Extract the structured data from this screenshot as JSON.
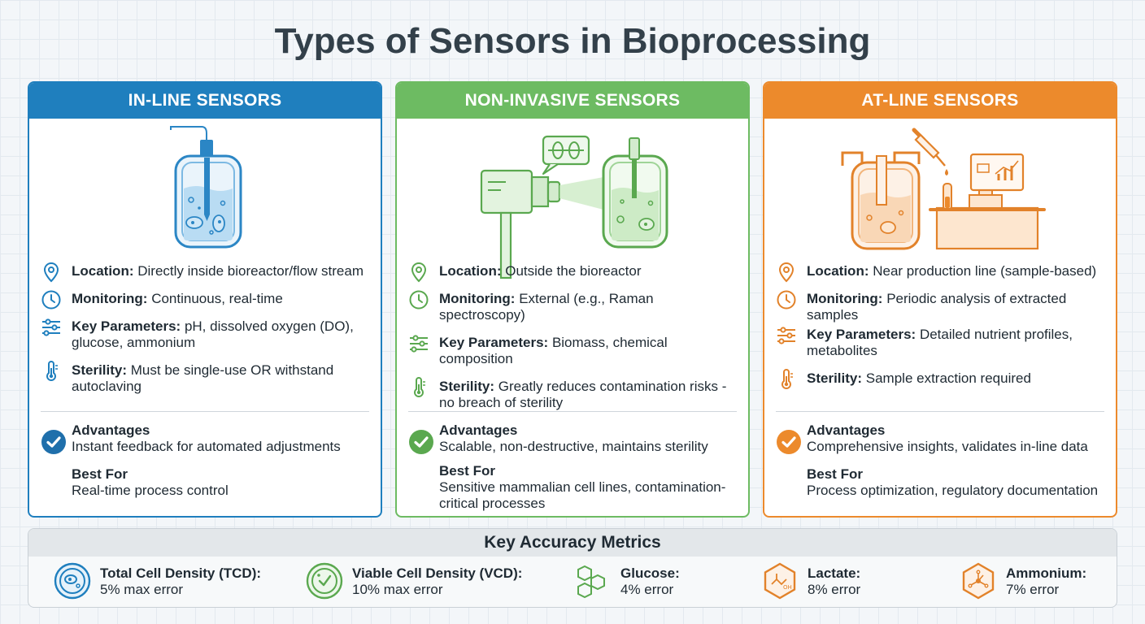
{
  "title": "Types of Sensors in Bioprocessing",
  "colors": {
    "inline": "#1f7fbe",
    "noninvasive": "#6dbb62",
    "atline": "#ec8a2c"
  },
  "cards": [
    {
      "heading": "IN-LINE SENSORS",
      "rows": [
        {
          "icon": "location-pin-icon",
          "label": "Location:",
          "text": "Directly inside bioreactor/flow stream"
        },
        {
          "icon": "clock-icon",
          "label": "Monitoring:",
          "text": "Continuous, real-time"
        },
        {
          "icon": "sliders-icon",
          "label": "Key Parameters:",
          "text": "pH, dissolved oxygen (DO), glucose, ammonium"
        },
        {
          "icon": "thermometer-icon",
          "label": "Sterility:",
          "text": "Must be single-use OR withstand autoclaving"
        }
      ],
      "advantages_label": "Advantages",
      "advantages": "Instant feedback for automated adjustments",
      "best_for_label": "Best For",
      "best_for": "Real-time process control"
    },
    {
      "heading": "NON-INVASIVE SENSORS",
      "rows": [
        {
          "icon": "location-pin-icon",
          "label": "Location:",
          "text": "Outside the bioreactor"
        },
        {
          "icon": "clock-icon",
          "label": "Monitoring:",
          "text": "External (e.g., Raman spectroscopy)"
        },
        {
          "icon": "sliders-icon",
          "label": "Key Parameters:",
          "text": "Biomass, chemical composition"
        },
        {
          "icon": "thermometer-icon",
          "label": "Sterility:",
          "text": "Greatly reduces contamination risks - no breach of sterility"
        }
      ],
      "advantages_label": "Advantages",
      "advantages": "Scalable, non-destructive, maintains sterility",
      "best_for_label": "Best For",
      "best_for": "Sensitive mammalian cell lines, contamination-critical processes"
    },
    {
      "heading": "AT-LINE SENSORS",
      "rows": [
        {
          "icon": "location-pin-icon",
          "label": "Location:",
          "text": "Near production line (sample-based)"
        },
        {
          "icon": "clock-icon",
          "label": "Monitoring:",
          "text": "Periodic analysis of extracted samples"
        },
        {
          "icon": "sliders-icon",
          "label": "Key Parameters:",
          "text": "Detailed nutrient profiles, metabolites"
        },
        {
          "icon": "thermometer-icon",
          "label": "Sterility:",
          "text": "Sample extraction required"
        }
      ],
      "advantages_label": "Advantages",
      "advantages": "Comprehensive insights, validates in-line data",
      "best_for_label": "Best For",
      "best_for": "Process optimization, regulatory documentation"
    }
  ],
  "metrics": {
    "heading": "Key Accuracy Metrics",
    "items": [
      {
        "icon": "cell-icon",
        "label": "Total Cell Density (TCD):",
        "value": "5% max error"
      },
      {
        "icon": "viable-cell-icon",
        "label": "Viable Cell Density (VCD):",
        "value": "10% max error"
      },
      {
        "icon": "glucose-molecule-icon",
        "label": "Glucose:",
        "value": "4% error"
      },
      {
        "icon": "lactate-molecule-icon",
        "label": "Lactate:",
        "value": "8% error"
      },
      {
        "icon": "ammonium-molecule-icon",
        "label": "Ammonium:",
        "value": "7% error"
      }
    ]
  }
}
